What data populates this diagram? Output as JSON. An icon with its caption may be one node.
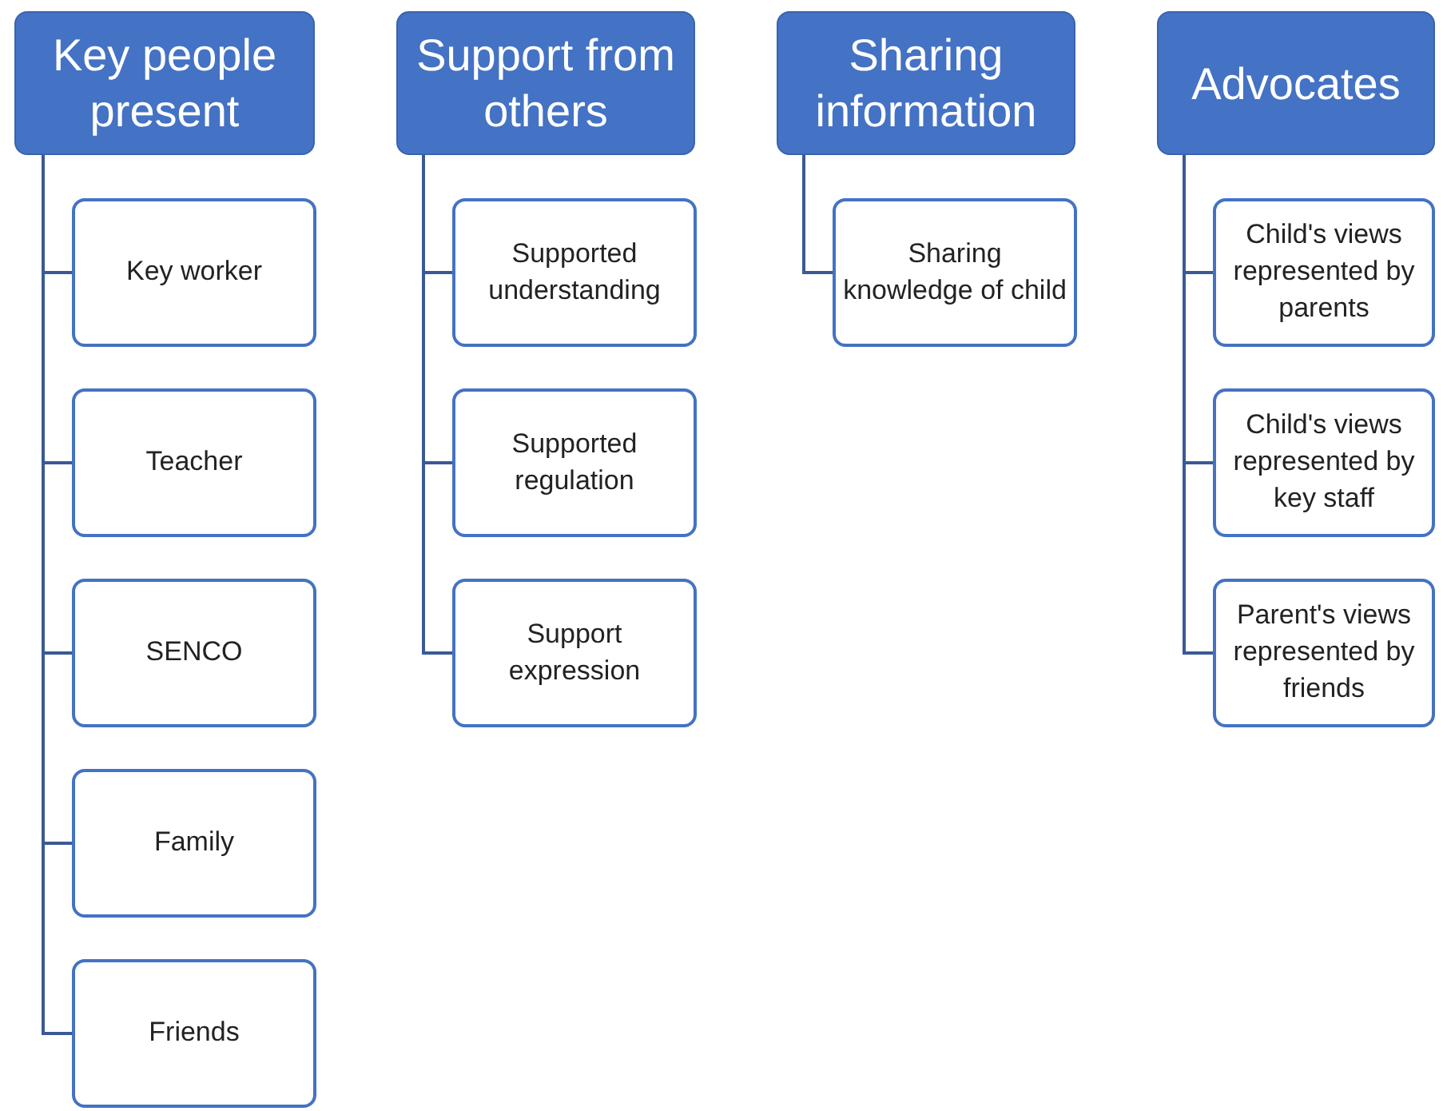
{
  "diagram": {
    "nodes": [
      {
        "text": [
          "Key people present"
        ]
      },
      {
        "text": [
          "Key worker"
        ]
      },
      {
        "text": [
          "Teacher"
        ]
      },
      {
        "text": [
          "SENCO"
        ]
      },
      {
        "text": [
          "Family"
        ]
      },
      {
        "text": [
          "Friends"
        ]
      },
      {
        "text": [
          "Support from others"
        ]
      },
      {
        "text": [
          "Supported understanding"
        ]
      },
      {
        "text": [
          "Supported regulation"
        ]
      },
      {
        "text": [
          "Support expression"
        ]
      },
      {
        "text": [
          "Sharing information"
        ]
      },
      {
        "text": [
          "Sharing knowledge of child"
        ]
      },
      {
        "text": [
          "Advocates"
        ]
      },
      {
        "text": [
          "Child's views represented by parents"
        ]
      },
      {
        "text": [
          "Child's views represented by key staff"
        ]
      },
      {
        "text": [
          "Parent's views represented by friends"
        ]
      }
    ],
    "edges": [
      {
        "from": 0,
        "to": 1,
        "arrow": "none"
      },
      {
        "from": 0,
        "to": 2,
        "arrow": "none"
      },
      {
        "from": 0,
        "to": 3,
        "arrow": "none"
      },
      {
        "from": 0,
        "to": 4,
        "arrow": "none"
      },
      {
        "from": 0,
        "to": 5,
        "arrow": "none"
      },
      {
        "from": 6,
        "to": 7,
        "arrow": "none"
      },
      {
        "from": 6,
        "to": 8,
        "arrow": "none"
      },
      {
        "from": 6,
        "to": 9,
        "arrow": "none"
      },
      {
        "from": 10,
        "to": 11,
        "arrow": "none"
      },
      {
        "from": 12,
        "to": 13,
        "arrow": "none"
      },
      {
        "from": 12,
        "to": 14,
        "arrow": "none"
      },
      {
        "from": 12,
        "to": 15,
        "arrow": "none"
      }
    ]
  }
}
